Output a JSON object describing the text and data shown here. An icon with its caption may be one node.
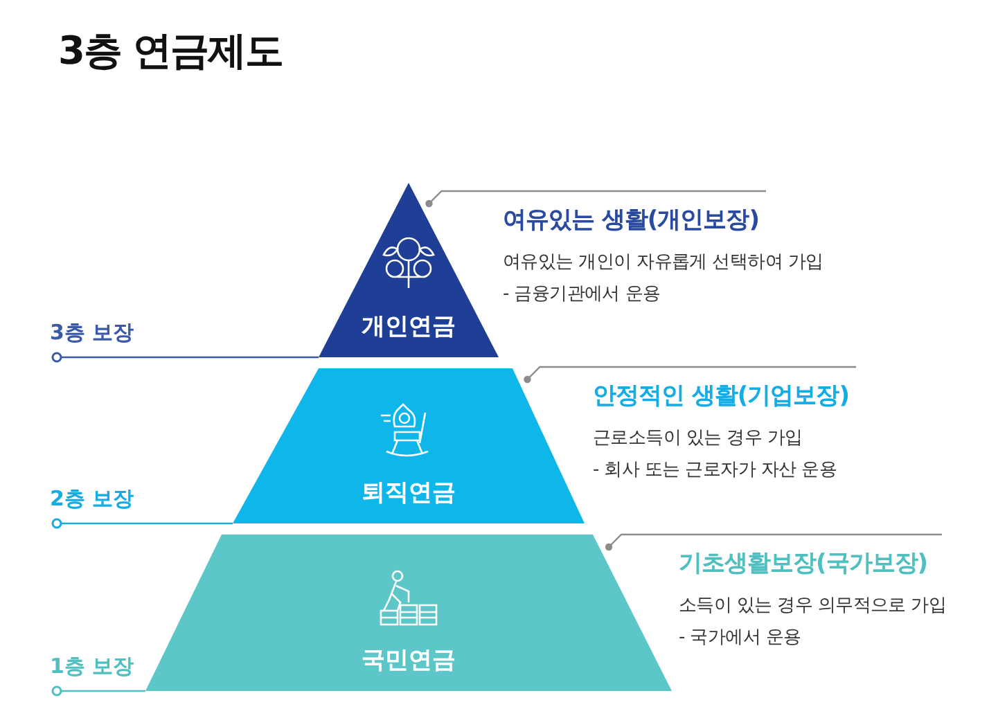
{
  "diagram": {
    "title": "3층 연금제도",
    "nodes": [
      {
        "text": [
          "개인연금"
        ]
      },
      {
        "text": [
          "퇴직연금"
        ]
      },
      {
        "text": [
          "국민연금"
        ]
      },
      {
        "text": [
          "여유있는 생활(개인보장)",
          "여유있는 개인이 자유롭게 선택하여 가입",
          "- 금융기관에서 운용"
        ]
      },
      {
        "text": [
          "안정적인 생활(기업보장)",
          "근로소득이 있는 경우 가입",
          "- 회사 또는 근로자가 자산 운용"
        ]
      },
      {
        "text": [
          "기초생활보장(국가보장)",
          "소득이 있는 경우 의무적으로 가입",
          "- 국가에서 운용"
        ]
      },
      {
        "text": [
          "3층 보장"
        ]
      },
      {
        "text": [
          "2층 보장"
        ]
      },
      {
        "text": [
          "1층 보장"
        ]
      }
    ],
    "edges": [
      {
        "from": 3,
        "to": 0,
        "arrow": "other"
      },
      {
        "from": 4,
        "to": 1,
        "arrow": "other"
      },
      {
        "from": 5,
        "to": 2,
        "arrow": "other"
      },
      {
        "from": 0,
        "to": 6,
        "arrow": "other",
        "color": "#3a5aa8"
      },
      {
        "from": 1,
        "to": 7,
        "arrow": "other",
        "color": "#14ace2"
      },
      {
        "from": 2,
        "to": 8,
        "arrow": "other",
        "color": "#4fbfc0"
      }
    ]
  }
}
